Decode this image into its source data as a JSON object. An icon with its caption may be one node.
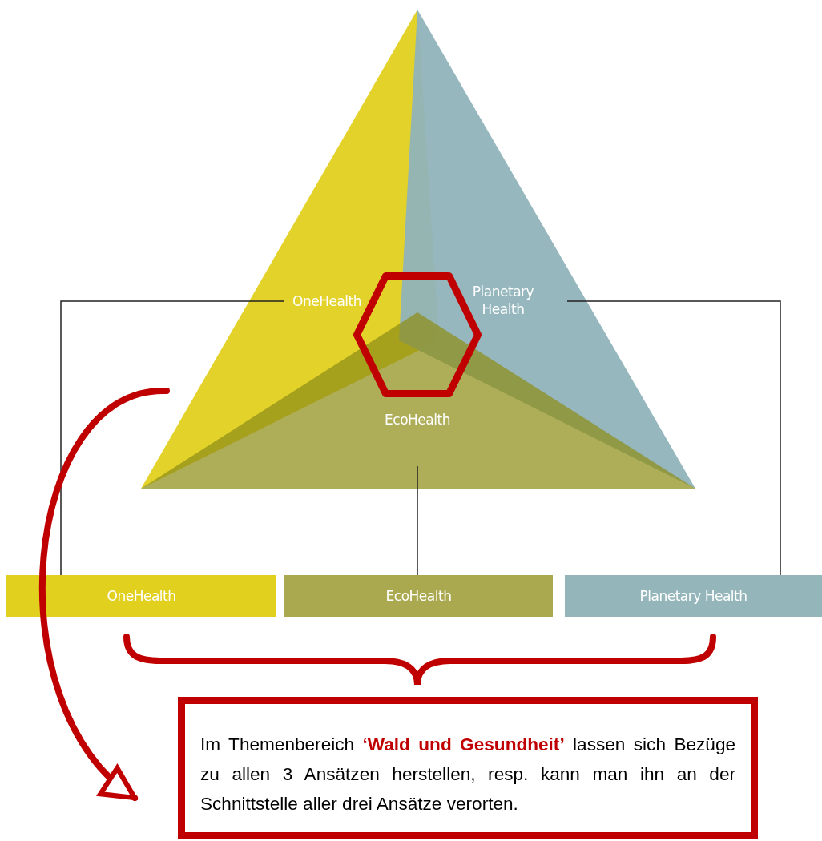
{
  "diagram": {
    "nodes": [
      {
        "text": [
          "OneHealth"
        ]
      },
      {
        "text": [
          "Planetary Health"
        ]
      },
      {
        "text": [
          "EcoHealth"
        ]
      },
      {
        "text": [],
        "shape": "hexagon"
      },
      {
        "text": [
          "OneHealth"
        ]
      },
      {
        "text": [
          "EcoHealth"
        ]
      },
      {
        "text": [
          "Planetary Health"
        ]
      },
      {
        "text": [
          "Im Themenbereich **‘Wald und Gesundheit’** lassen sich Bezüge zu allen 3 Ansätzen herstellen, resp. kann man ihn an der Schnittstelle aller drei Ansätze verorten."
        ]
      }
    ],
    "edges": [
      {
        "from": 0,
        "to": 4,
        "arrow": "none"
      },
      {
        "from": 2,
        "to": 5,
        "arrow": "none"
      },
      {
        "from": 1,
        "to": 6,
        "arrow": "none"
      },
      {
        "from": null,
        "to": 7,
        "arrow": "to",
        "style": "thick",
        "color": "#c00000"
      }
    ]
  }
}
